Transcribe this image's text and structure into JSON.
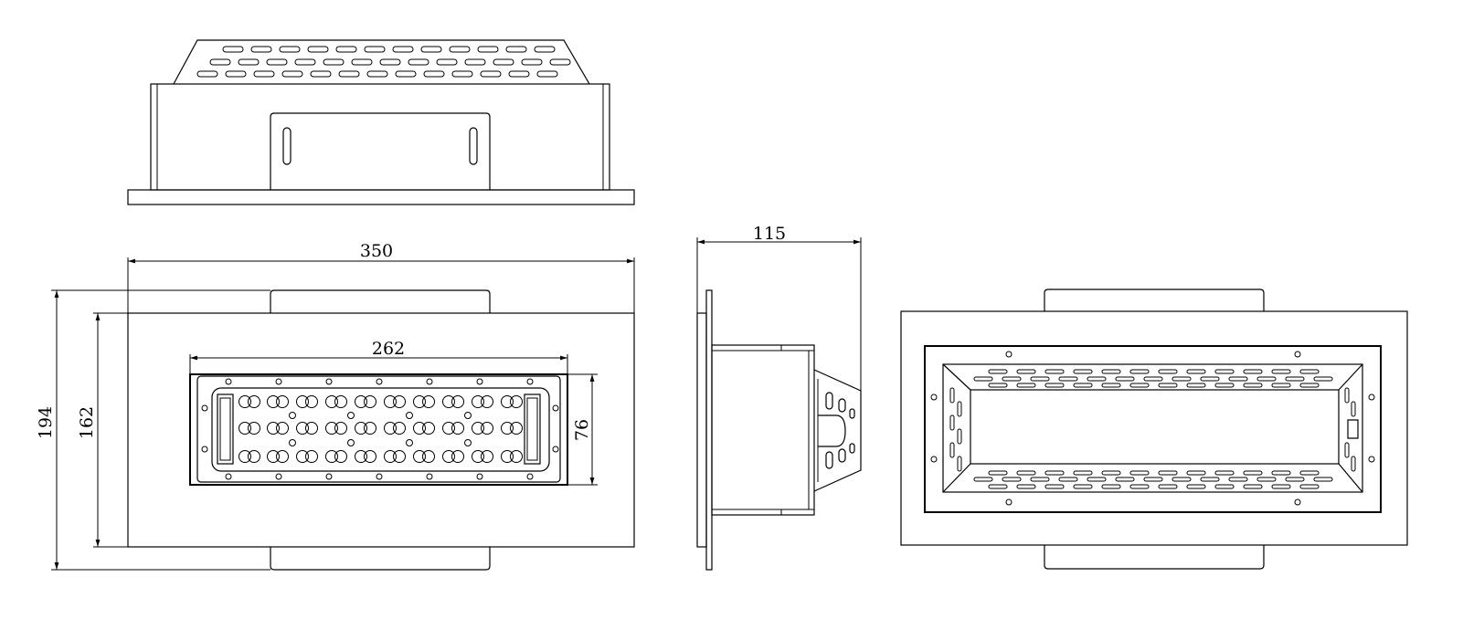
{
  "drawing": {
    "dimensions": {
      "overall_length": "350",
      "inner_length": "262",
      "overall_height": "194",
      "plate_height": "162",
      "module_height": "76",
      "depth": "115"
    },
    "views": [
      "top-view",
      "front-view",
      "side-view",
      "rear-view"
    ],
    "line_color": "#000000",
    "background": "#ffffff"
  }
}
